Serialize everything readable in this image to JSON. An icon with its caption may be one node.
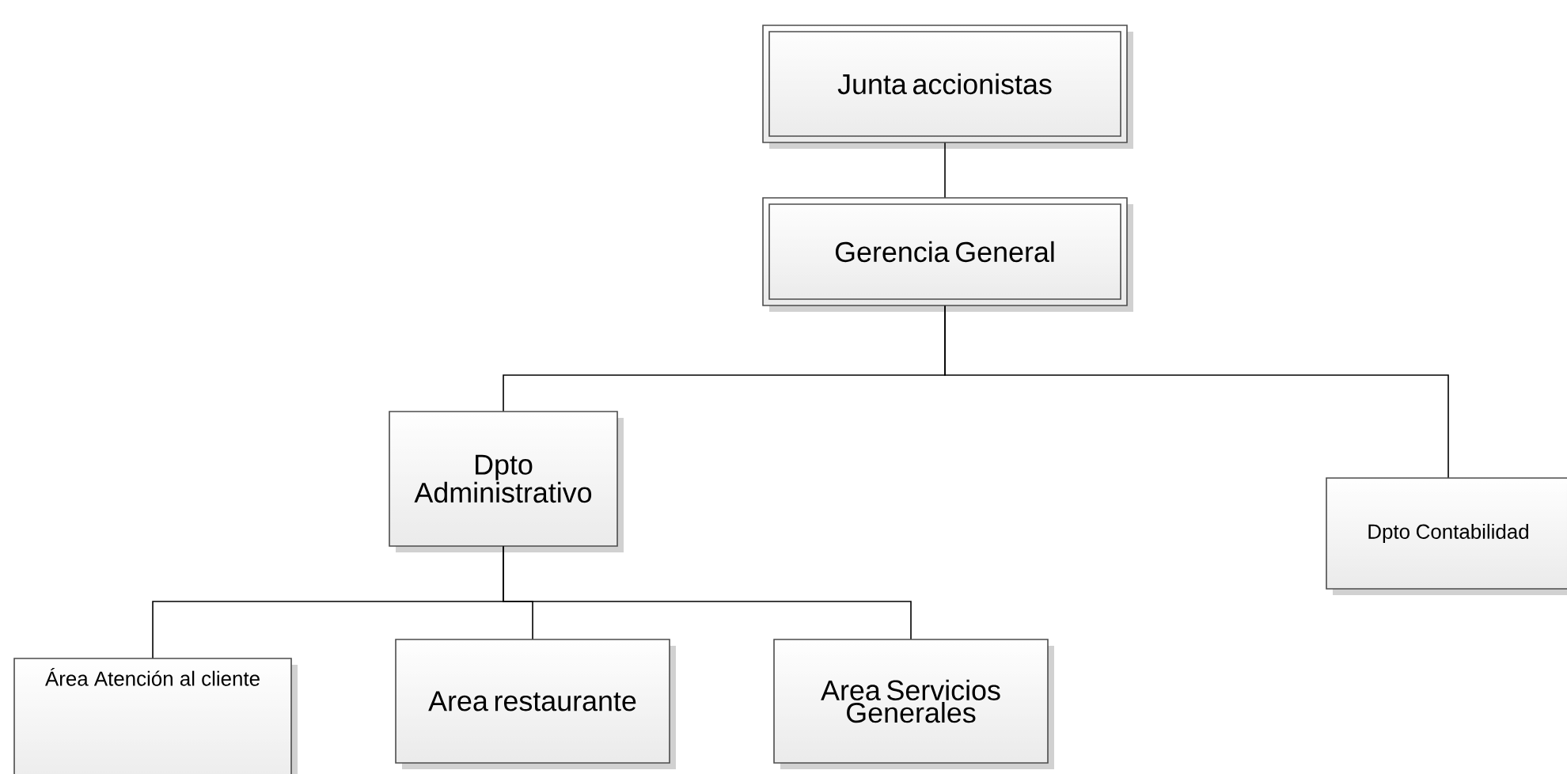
{
  "diagram": {
    "nodes": [
      {
        "text": [
          "Junta accionistas"
        ]
      },
      {
        "text": [
          "Gerencia General"
        ]
      },
      {
        "text": [
          "Dpto Administrativo"
        ]
      },
      {
        "text": [
          "Dpto Contabilidad"
        ]
      },
      {
        "text": [
          "Área Atención al cliente"
        ]
      },
      {
        "text": [
          "Area restaurante"
        ]
      },
      {
        "text": [
          "Area Servicios Generales"
        ]
      }
    ],
    "edges": [
      {
        "from": 0,
        "to": 1,
        "arrow": "none"
      },
      {
        "from": 1,
        "to": 2,
        "arrow": "none"
      },
      {
        "from": 1,
        "to": 3,
        "arrow": "none"
      },
      {
        "from": 2,
        "to": 4,
        "arrow": "none"
      },
      {
        "from": 2,
        "to": 5,
        "arrow": "none"
      },
      {
        "from": 2,
        "to": 6,
        "arrow": "none"
      }
    ]
  }
}
